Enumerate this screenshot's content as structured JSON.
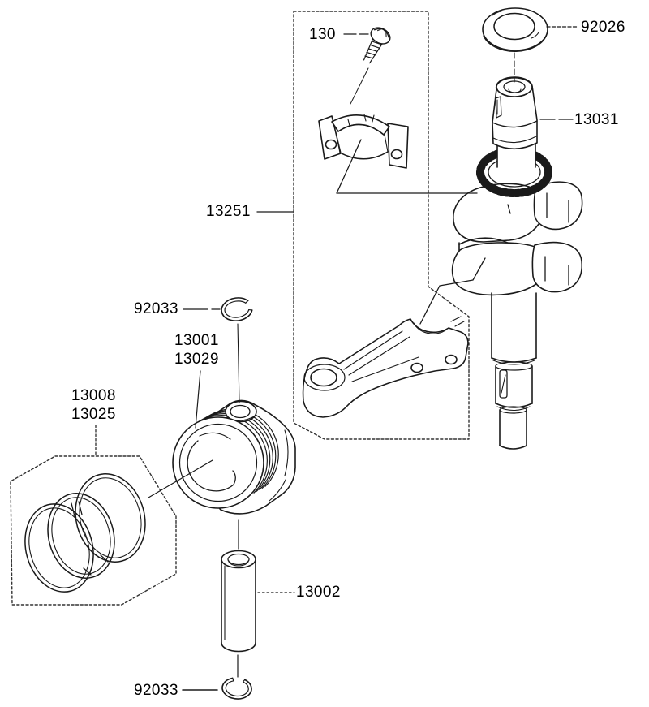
{
  "diagram": {
    "colors": {
      "line": "#1a1a1a",
      "background": "#ffffff",
      "label_text": "#000000",
      "dashed_box": "#333333"
    },
    "labels": {
      "bolt": "130",
      "thrust_washer": "92026",
      "crankshaft": "13031",
      "connecting_rod_assy": "13251",
      "circlip_top": "92033",
      "piston_line1": "13001",
      "piston_line2": "13029",
      "ring_set_line1": "13008",
      "ring_set_line2": "13025",
      "piston_pin": "13002",
      "circlip_bottom": "92033"
    }
  }
}
